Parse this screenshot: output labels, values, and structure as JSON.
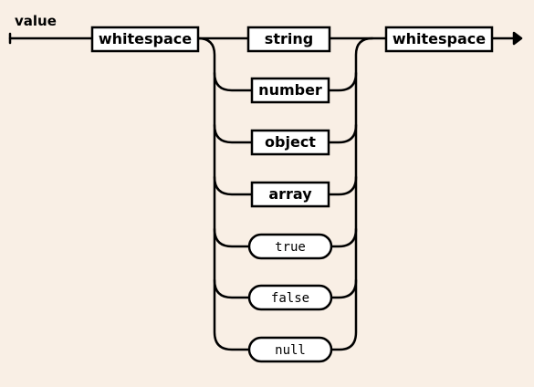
{
  "diagram": {
    "title": "value",
    "entry": {
      "label": "whitespace",
      "kind": "nonterminal"
    },
    "exit": {
      "label": "whitespace",
      "kind": "nonterminal"
    },
    "choices": [
      {
        "label": "string",
        "kind": "nonterminal"
      },
      {
        "label": "number",
        "kind": "nonterminal"
      },
      {
        "label": "object",
        "kind": "nonterminal"
      },
      {
        "label": "array",
        "kind": "nonterminal"
      },
      {
        "label": "true",
        "kind": "terminal"
      },
      {
        "label": "false",
        "kind": "terminal"
      },
      {
        "label": "null",
        "kind": "terminal"
      }
    ]
  }
}
